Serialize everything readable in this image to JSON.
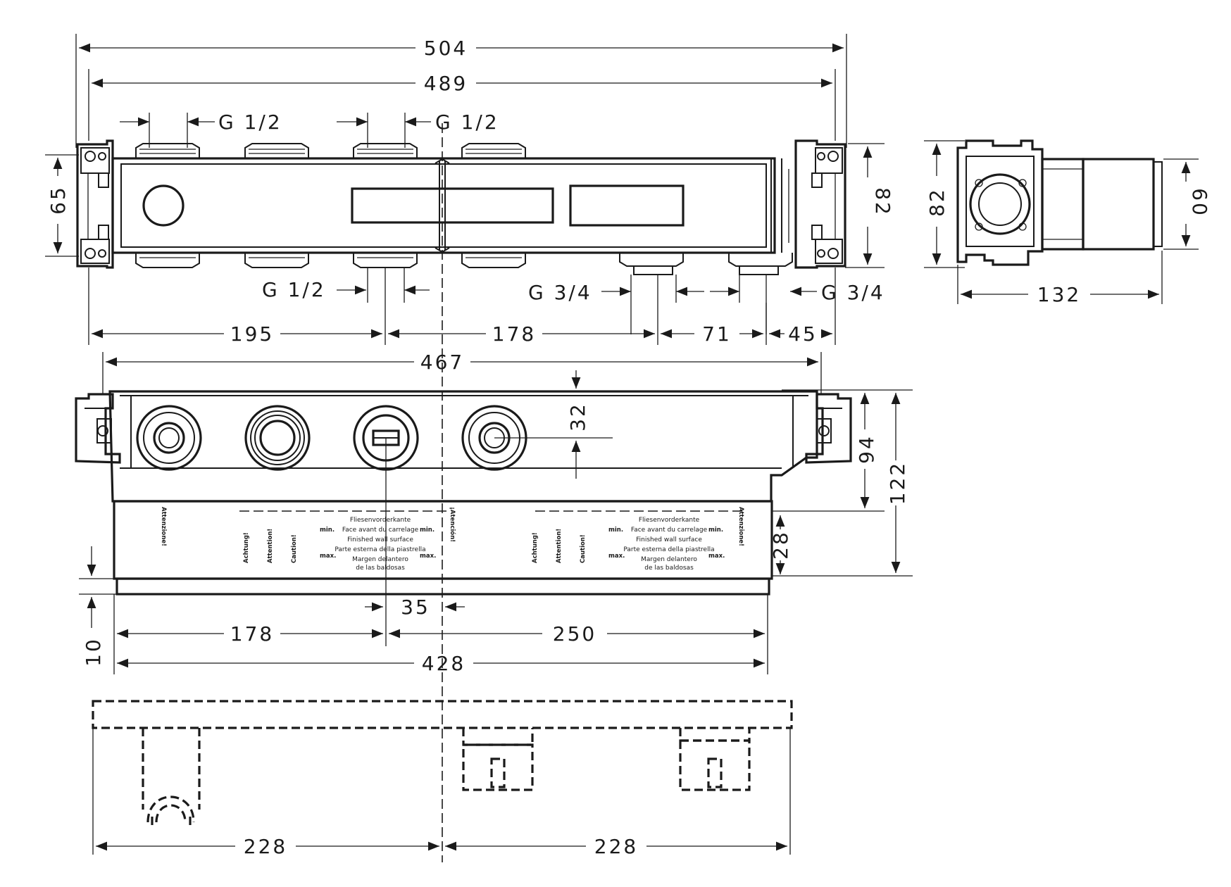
{
  "dimensions": {
    "top_overall": "504",
    "top_inner": "489",
    "pipe_top_left": "G 1/2",
    "pipe_top_mid": "G 1/2",
    "pipe_bottom_left": "G 1/2",
    "pipe_bottom_mid": "G 3/4",
    "pipe_bottom_right": "G 3/4",
    "height_left": "65",
    "height_right": "82",
    "seg_195": "195",
    "seg_178": "178",
    "seg_71": "71",
    "seg_45": "45",
    "side_height": "82",
    "side_depth": "60",
    "side_width": "132",
    "front_467": "467",
    "front_32": "32",
    "front_94": "94",
    "front_122": "122",
    "front_28": "28",
    "front_35": "35",
    "front_10": "10",
    "front_178": "178",
    "front_250": "250",
    "front_428": "428",
    "bottom_left": "228",
    "bottom_right": "228"
  },
  "label_text": {
    "line1": "Fliesenvorderkante",
    "line2": "Face avant du carrelage",
    "line3": "Finished wall surface",
    "line4": "Parte esterna della piastrella",
    "line5": "Margen delantero",
    "line6": "de las baldosas",
    "min": "min.",
    "max": "max.",
    "achtung": "Achtung!",
    "attention": "Attention!",
    "caution": "Caution!",
    "attenzione": "Attenzione!",
    "atencion": "¡Atención!"
  }
}
